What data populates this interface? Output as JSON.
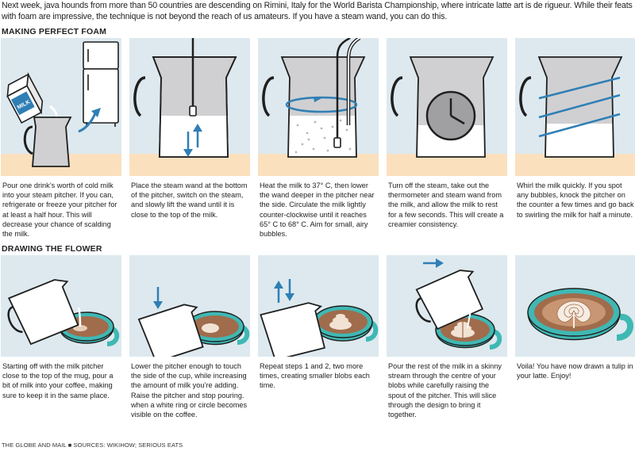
{
  "intro": "Next week, java hounds from more than 50 countries are descending on Rimini, Italy for the World Barista Championship, where intricate latte art is de rigueur. While their feats with foam are impressive, the technique is not beyond the reach of us amateurs. If you have a steam wand, you can do this.",
  "foam": {
    "title": "MAKING PERFECT FOAM",
    "carton_label": "MILK",
    "steps": [
      "Pour one drink’s worth of cold milk into your steam pitcher. If you can, refrigerate or freeze your pitcher for at least a half hour. This will decrease your chance of scalding the milk.",
      "Place the steam wand at the bottom of the pitcher, switch on the steam, and slowly lift the wand until it is close to the top of the milk.",
      "Heat the milk to 37° C, then lower the wand deeper in the pitcher near the side. Circulate the milk lightly counter-clockwise until it reaches 65° C to 68° C. Aim for small, airy bubbles.",
      "Turn off the steam, take out the thermometer and steam wand from the milk, and allow the milk to rest for a few seconds. This will create a creamier consistency.",
      "Whirl the milk quickly. If you spot any bubbles, knock the pitcher on the counter a few times and go back to swirling the milk for half a minute."
    ]
  },
  "flower": {
    "title": "DRAWING THE FLOWER",
    "steps": [
      "Starting off with the milk pitcher close to the top of the mug, pour a bit of milk into your coffee, making sure to keep it in the same place.",
      "Lower the pitcher enough to touch the side of the cup, while increasing the amount of milk you’re adding. Raise the pitcher and stop pouring. when a white ring or circle becomes visible on the coffee.",
      "Repeat steps 1 and 2, two more times, creating smaller blobs each time.",
      "Pour the rest of the milk in a skinny stream through the centre of your blobs while carefully raising the spout of the pitcher. This will slice through the design to bring it together.",
      "Voila! You have now drawn a tulip in your latte. Enjoy!"
    ]
  },
  "footer": "THE GLOBE AND MAIL ■ SOURCES: WIKIHOW; SERIOUS EATS",
  "colors": {
    "panel_bg": "#dde9ef",
    "counter": "#fbe0bd",
    "arrow": "#2f7fb5",
    "pitcher_fill": "#cfcfd1",
    "milk": "#ffffff",
    "outline": "#1f1f1f",
    "cup_teal": "#3fb8b4",
    "coffee": "#a06c4c",
    "crema": "#c99673"
  }
}
